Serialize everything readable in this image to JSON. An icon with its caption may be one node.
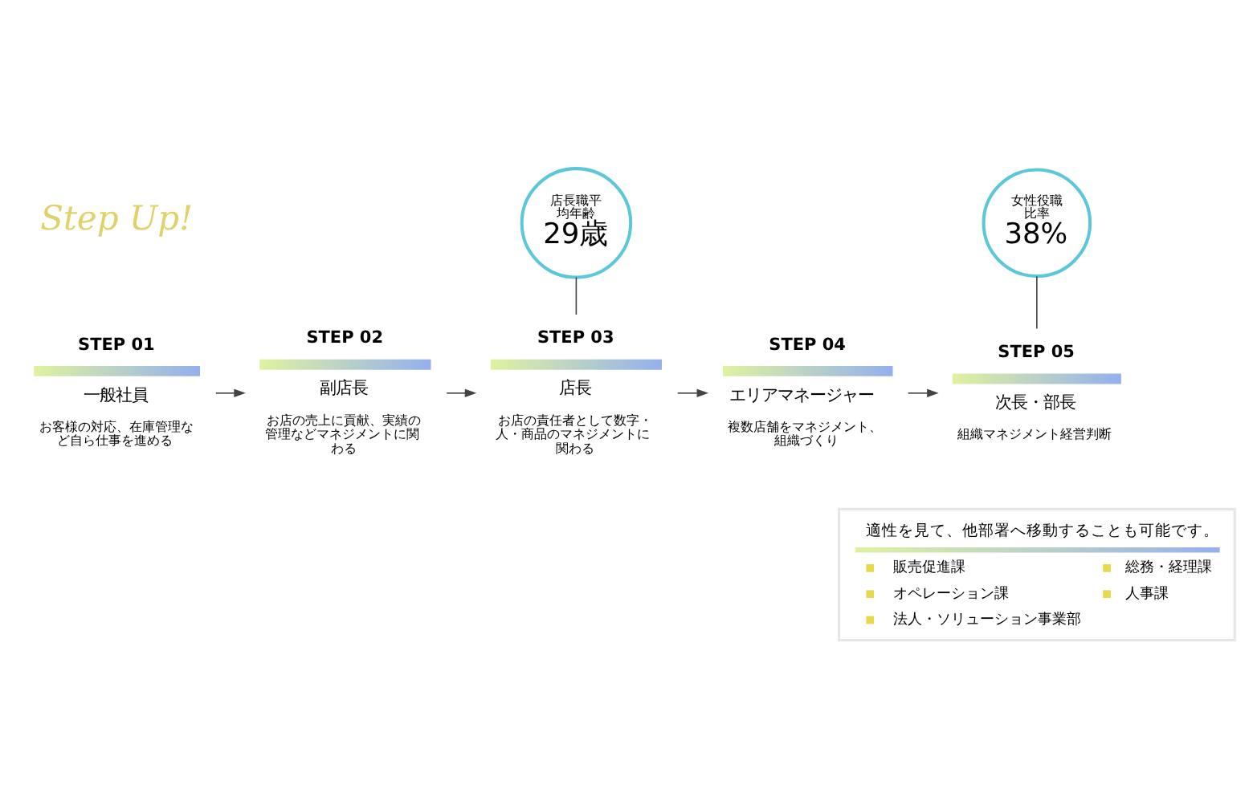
{
  "diagram": {
    "nodes": [
      {
        "text": [
          "STEP 01",
          "一般社員",
          "お客様の対応、在庫管理など自ら仕事を進める"
        ]
      },
      {
        "text": [
          "STEP 02",
          "副店長",
          "お店の売上に貢献、実績の管理などマネジメントに関わる"
        ]
      },
      {
        "text": [
          "店長職平均年齢",
          "29歳"
        ]
      },
      {
        "text": [
          "STEP 03",
          "店長",
          "お店の責任者として数字・人・商品のマネジメントに関わる"
        ]
      },
      {
        "text": [
          "STEP 04",
          "エリアマネージャー",
          "複数店舗をマネジメント、組織づくり"
        ]
      },
      {
        "text": [
          "女性役職比率",
          "38%"
        ]
      },
      {
        "text": [
          "STEP 05",
          "次長・部長",
          "組織マネジメント経営判断"
        ]
      },
      {
        "text": [
          "適性を見て、他部署へ移動することも可能です。",
          "販売促進課",
          "総務・経理課",
          "オペレーション課",
          "人事課",
          "法人・ソリューション事業部"
        ]
      }
    ],
    "edges": [
      {
        "from": 0,
        "to": 1,
        "arrow": "to"
      },
      {
        "from": 1,
        "to": 3,
        "arrow": "to"
      },
      {
        "from": 3,
        "to": 4,
        "arrow": "to"
      },
      {
        "from": 4,
        "to": 6,
        "arrow": "to"
      },
      {
        "from": 2,
        "to": 3,
        "arrow": "none"
      },
      {
        "from": 5,
        "to": 6,
        "arrow": "none"
      }
    ],
    "labels": [
      "Step Up!"
    ]
  }
}
